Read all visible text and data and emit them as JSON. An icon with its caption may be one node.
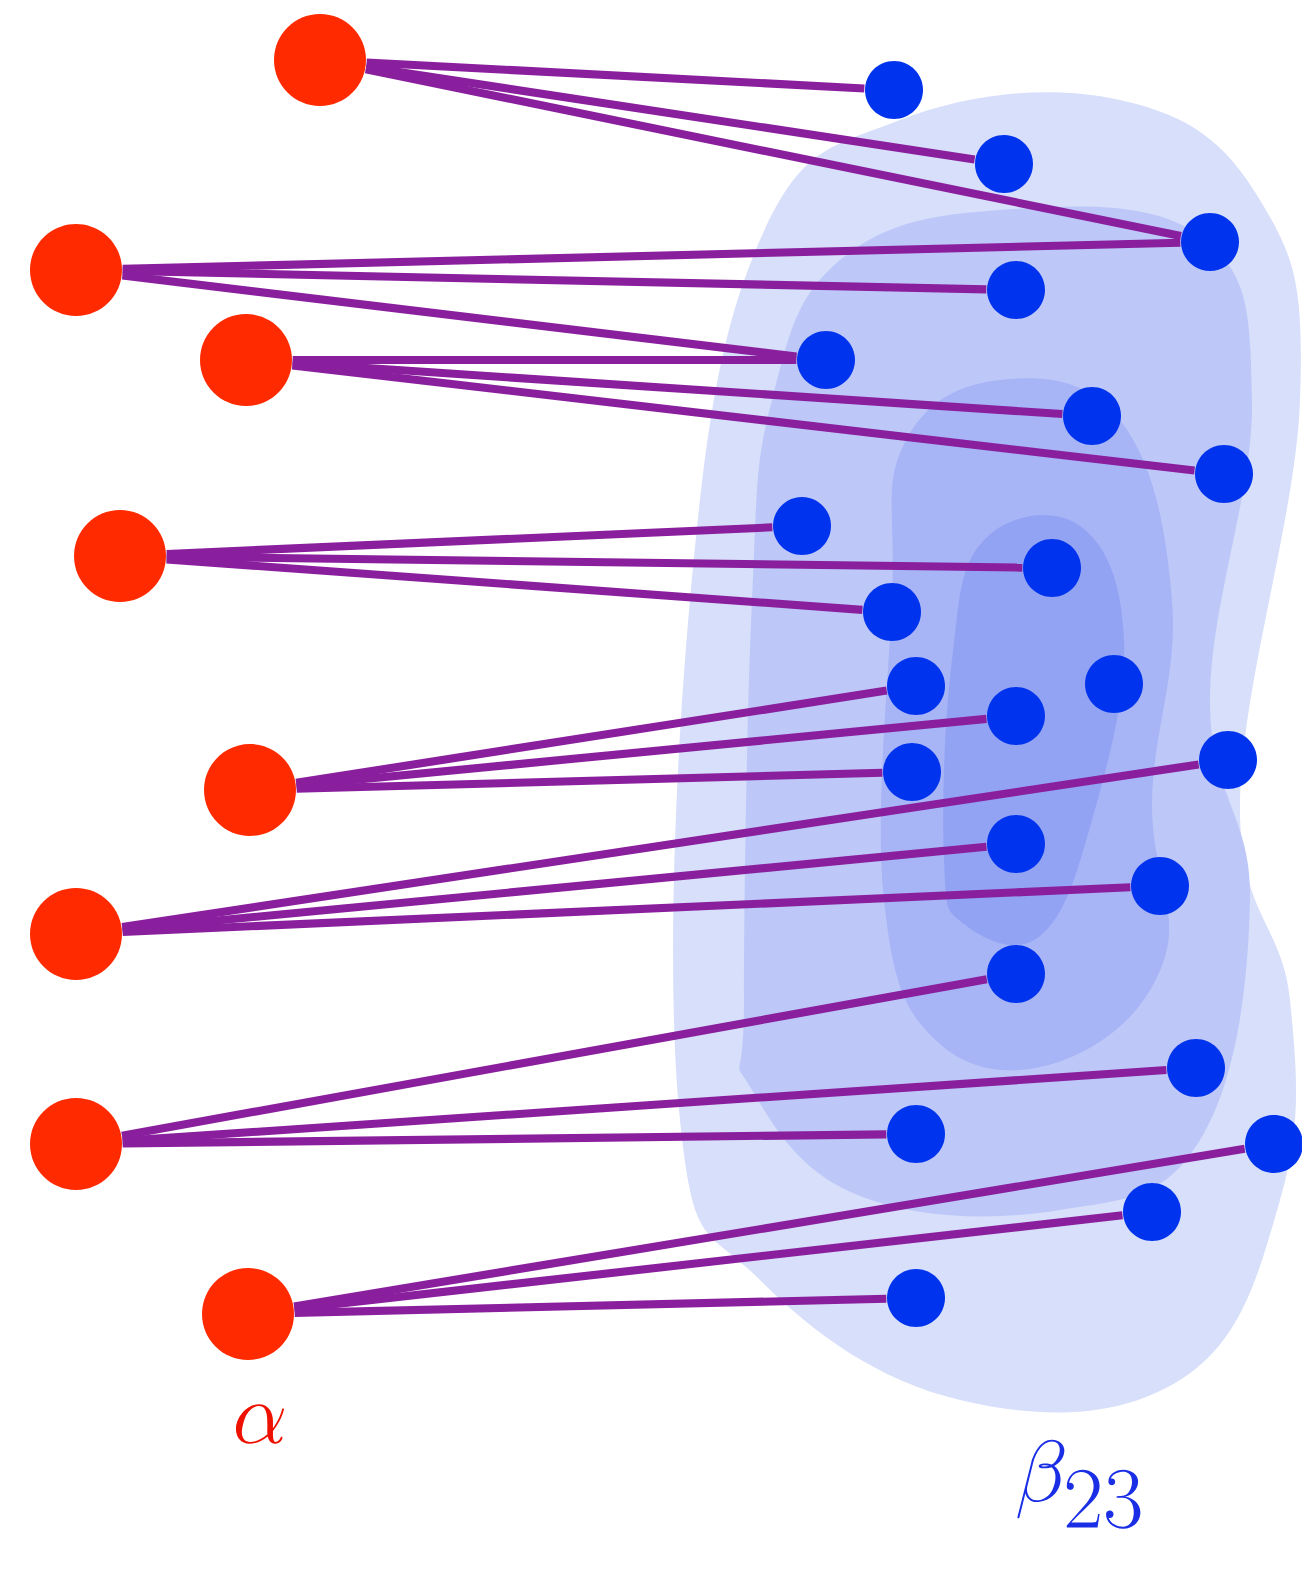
{
  "diagram": {
    "nodes": [
      {
        "text": [],
        "shape": "circle"
      },
      {
        "text": [],
        "shape": "circle"
      },
      {
        "text": [],
        "shape": "circle"
      },
      {
        "text": [],
        "shape": "circle"
      },
      {
        "text": [],
        "shape": "circle"
      },
      {
        "text": [],
        "shape": "circle"
      },
      {
        "text": [],
        "shape": "circle"
      },
      {
        "text": [],
        "shape": "circle"
      },
      {
        "text": [],
        "shape": "circle"
      },
      {
        "text": [],
        "shape": "circle"
      },
      {
        "text": [],
        "shape": "circle"
      },
      {
        "text": [],
        "shape": "circle"
      },
      {
        "text": [],
        "shape": "circle"
      },
      {
        "text": [],
        "shape": "circle"
      },
      {
        "text": [],
        "shape": "circle"
      },
      {
        "text": [],
        "shape": "circle"
      },
      {
        "text": [],
        "shape": "circle"
      },
      {
        "text": [],
        "shape": "circle"
      },
      {
        "text": [],
        "shape": "circle"
      },
      {
        "text": [],
        "shape": "circle"
      },
      {
        "text": [],
        "shape": "circle"
      },
      {
        "text": [],
        "shape": "circle"
      },
      {
        "text": [],
        "shape": "circle"
      },
      {
        "text": [],
        "shape": "circle"
      },
      {
        "text": [],
        "shape": "circle"
      },
      {
        "text": [],
        "shape": "circle"
      },
      {
        "text": [],
        "shape": "circle"
      },
      {
        "text": [],
        "shape": "circle"
      },
      {
        "text": [],
        "shape": "circle"
      },
      {
        "text": [],
        "shape": "circle"
      },
      {
        "text": [],
        "shape": "circle"
      }
    ],
    "edges": [
      {
        "from": 0,
        "to": 8,
        "arrow": "none"
      },
      {
        "from": 0,
        "to": 9,
        "arrow": "none"
      },
      {
        "from": 0,
        "to": 10,
        "arrow": "none"
      },
      {
        "from": 1,
        "to": 10,
        "arrow": "none"
      },
      {
        "from": 1,
        "to": 11,
        "arrow": "none"
      },
      {
        "from": 1,
        "to": 12,
        "arrow": "none"
      },
      {
        "from": 2,
        "to": 12,
        "arrow": "none"
      },
      {
        "from": 2,
        "to": 13,
        "arrow": "none"
      },
      {
        "from": 2,
        "to": 14,
        "arrow": "none"
      },
      {
        "from": 3,
        "to": 15,
        "arrow": "none"
      },
      {
        "from": 3,
        "to": 16,
        "arrow": "none"
      },
      {
        "from": 3,
        "to": 17,
        "arrow": "none"
      },
      {
        "from": 4,
        "to": 18,
        "arrow": "none"
      },
      {
        "from": 4,
        "to": 20,
        "arrow": "none"
      },
      {
        "from": 4,
        "to": 22,
        "arrow": "none"
      },
      {
        "from": 5,
        "to": 21,
        "arrow": "none"
      },
      {
        "from": 5,
        "to": 23,
        "arrow": "none"
      },
      {
        "from": 5,
        "to": 24,
        "arrow": "none"
      },
      {
        "from": 6,
        "to": 25,
        "arrow": "none"
      },
      {
        "from": 6,
        "to": 26,
        "arrow": "none"
      },
      {
        "from": 6,
        "to": 27,
        "arrow": "none"
      },
      {
        "from": 7,
        "to": 28,
        "arrow": "none"
      },
      {
        "from": 7,
        "to": 29,
        "arrow": "none"
      },
      {
        "from": 7,
        "to": 30,
        "arrow": "none"
      }
    ],
    "labels": [
      "\\alpha",
      "\\beta_{23}"
    ]
  }
}
